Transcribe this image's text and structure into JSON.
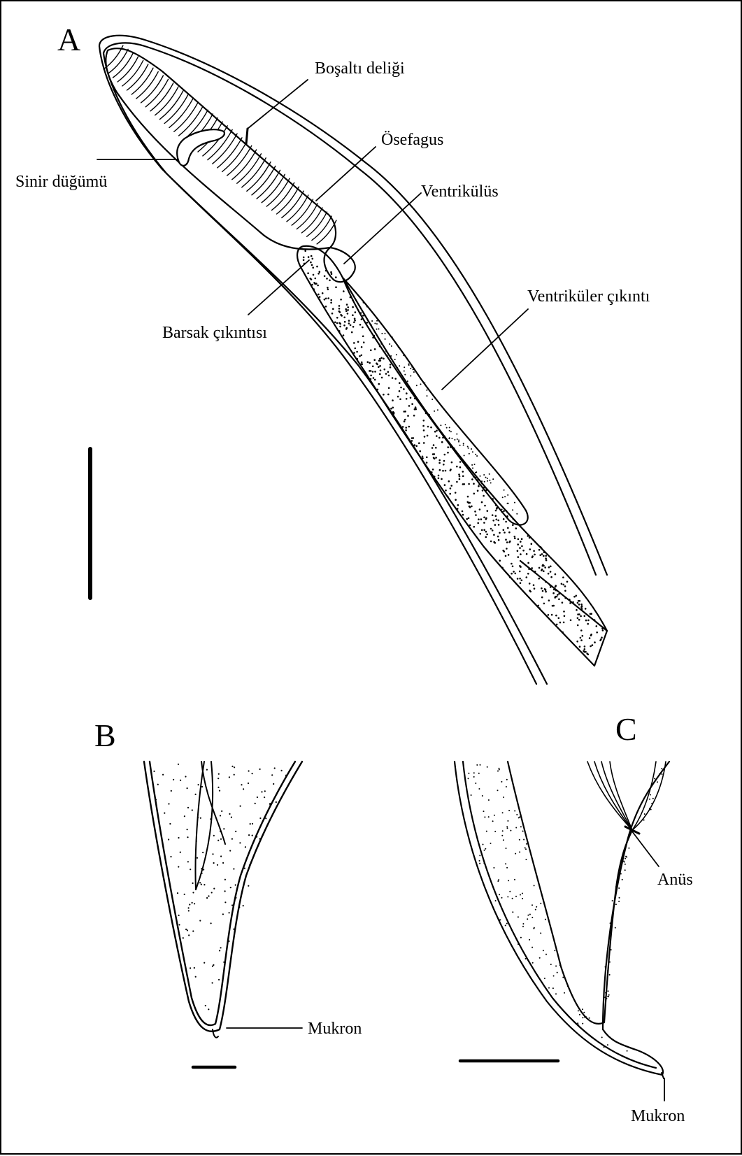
{
  "figure": {
    "panels": {
      "a": "A",
      "b": "B",
      "c": "C"
    },
    "labels": {
      "excretory_pore": "Boşaltı deliği",
      "nerve_ring": "Sinir düğümü",
      "esophagus": "Ösefagus",
      "ventriculus": "Ventrikülüs",
      "ventricular_process": "Ventriküler çıkıntı",
      "intestinal_caecum": "Barsak çıkıntısı",
      "mucron_b": "Mukron",
      "anus": "Anüs",
      "mucron_c": "Mukron"
    }
  }
}
